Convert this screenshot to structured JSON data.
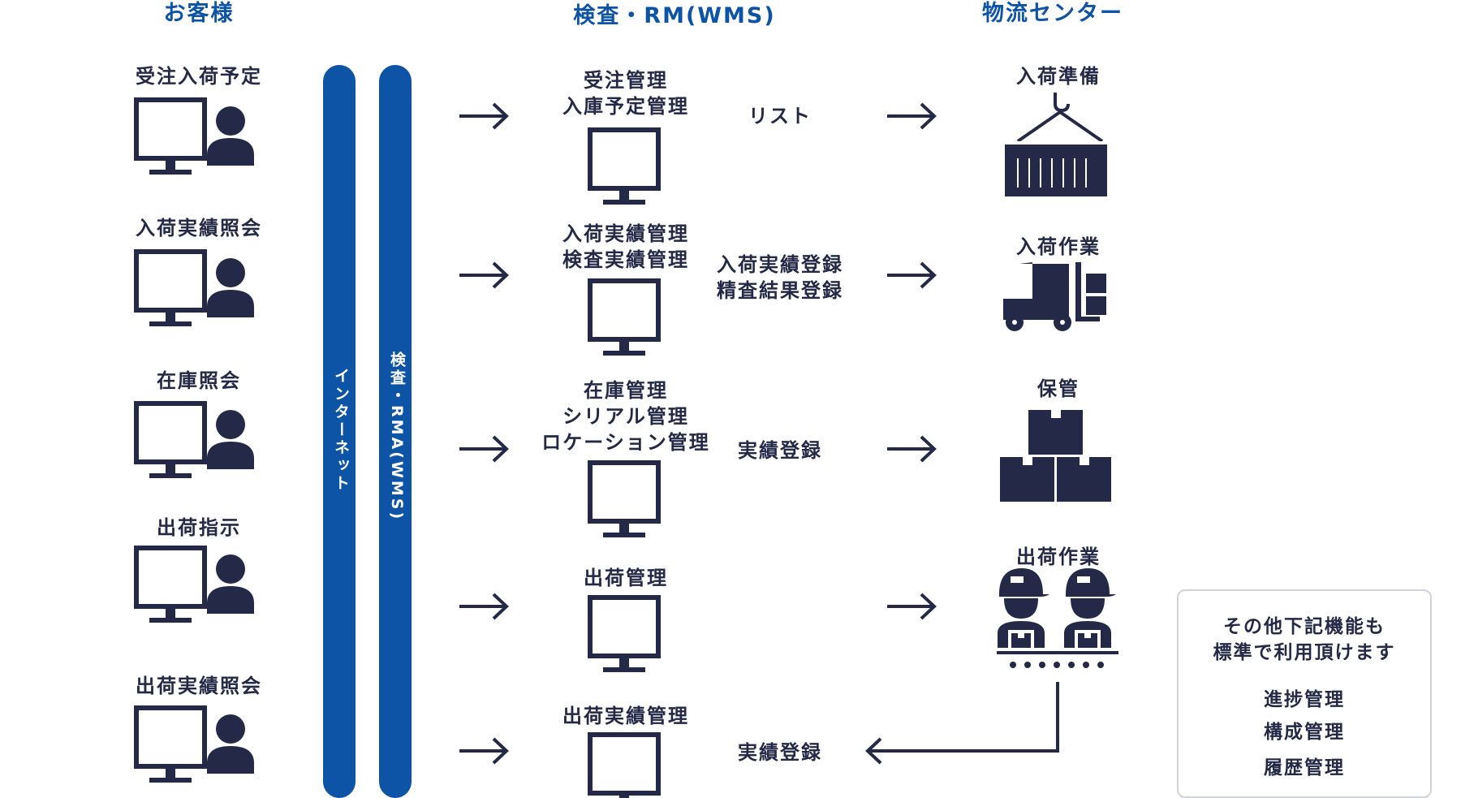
{
  "headers": {
    "customer": "お客様",
    "system": "検査・RM(WMS)",
    "center": "物流センター"
  },
  "bars": {
    "internet": "インターネット",
    "wms": "検査・RMA(WMS)"
  },
  "customer_items": [
    "受注入荷予定",
    "入荷実績照会",
    "在庫照会",
    "出荷指示",
    "出荷実績照会"
  ],
  "system_items": [
    [
      "受注管理",
      "入庫予定管理"
    ],
    [
      "入荷実績管理",
      "検査実績管理"
    ],
    [
      "在庫管理",
      "シリアル管理",
      "ロケーション管理"
    ],
    [
      "出荷管理"
    ],
    [
      "出荷実績管理"
    ]
  ],
  "flow_labels": [
    [
      "リスト"
    ],
    [
      "入荷実績登録",
      "精査結果登録"
    ],
    [
      "実績登録"
    ],
    [],
    [
      "実績登録"
    ]
  ],
  "center_items": [
    "入荷準備",
    "入荷作業",
    "保管",
    "出荷作業"
  ],
  "note": {
    "title": [
      "その他下記機能も",
      "標準で利用頂けます"
    ],
    "items": [
      "進捗管理",
      "構成管理",
      "履歴管理"
    ]
  },
  "colors": {
    "navy": "#232946",
    "blue": "#0d53a6",
    "border": "#cfd3da"
  }
}
